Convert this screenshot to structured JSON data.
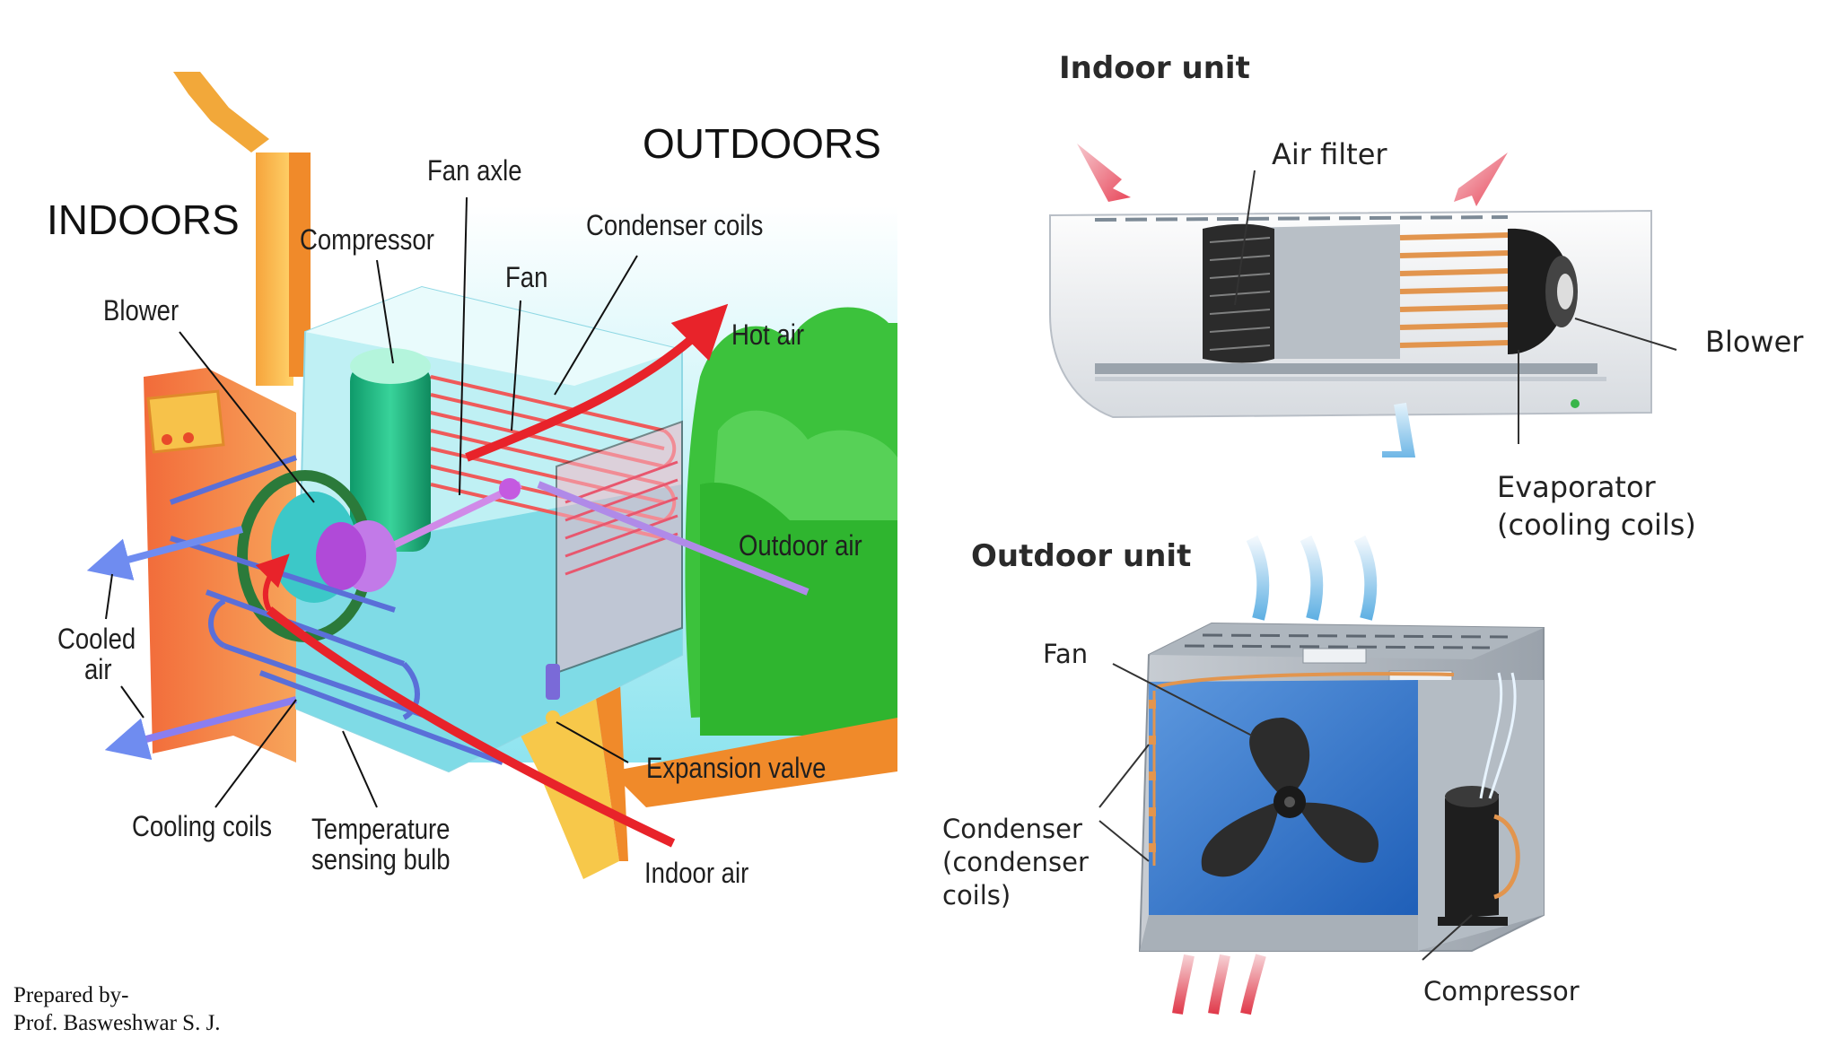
{
  "left_diagram": {
    "region_labels": {
      "indoors": "INDOORS",
      "outdoors": "OUTDOORS"
    },
    "parts": {
      "fan_axle": "Fan axle",
      "compressor": "Compressor",
      "condenser_coils": "Condenser coils",
      "fan": "Fan",
      "blower": "Blower",
      "hot_air": "Hot air",
      "outdoor_air": "Outdoor air",
      "cooled_air_line1": "Cooled",
      "cooled_air_line2": "air",
      "expansion_valve": "Expansion valve",
      "cooling_coils": "Cooling coils",
      "temperature_bulb_line1": "Temperature",
      "temperature_bulb_line2": "sensing bulb",
      "indoor_air": "Indoor air"
    }
  },
  "indoor_unit": {
    "title": "Indoor unit",
    "air_filter": "Air filter",
    "blower": "Blower",
    "evaporator_line1": "Evaporator",
    "evaporator_line2": "(cooling coils)"
  },
  "outdoor_unit": {
    "title": "Outdoor unit",
    "fan": "Fan",
    "condenser_line1": "Condenser",
    "condenser_line2": "(condenser",
    "condenser_line3": "coils)",
    "compressor": "Compressor"
  },
  "credit": {
    "line1": "Prepared by-",
    "line2": "Prof. Basweshwar S. J."
  },
  "colors": {
    "refrigerant_hot": "#e8232a",
    "refrigerant_cold": "#5a6fd8",
    "cabinet": "#f08a3c",
    "outdoor_green": "#3bbf3b",
    "sky": "#c6f2f8",
    "blower_cyan": "#3cc8c8",
    "unit_blue": "#2f7fd6",
    "coil_copper": "#e0985a"
  }
}
